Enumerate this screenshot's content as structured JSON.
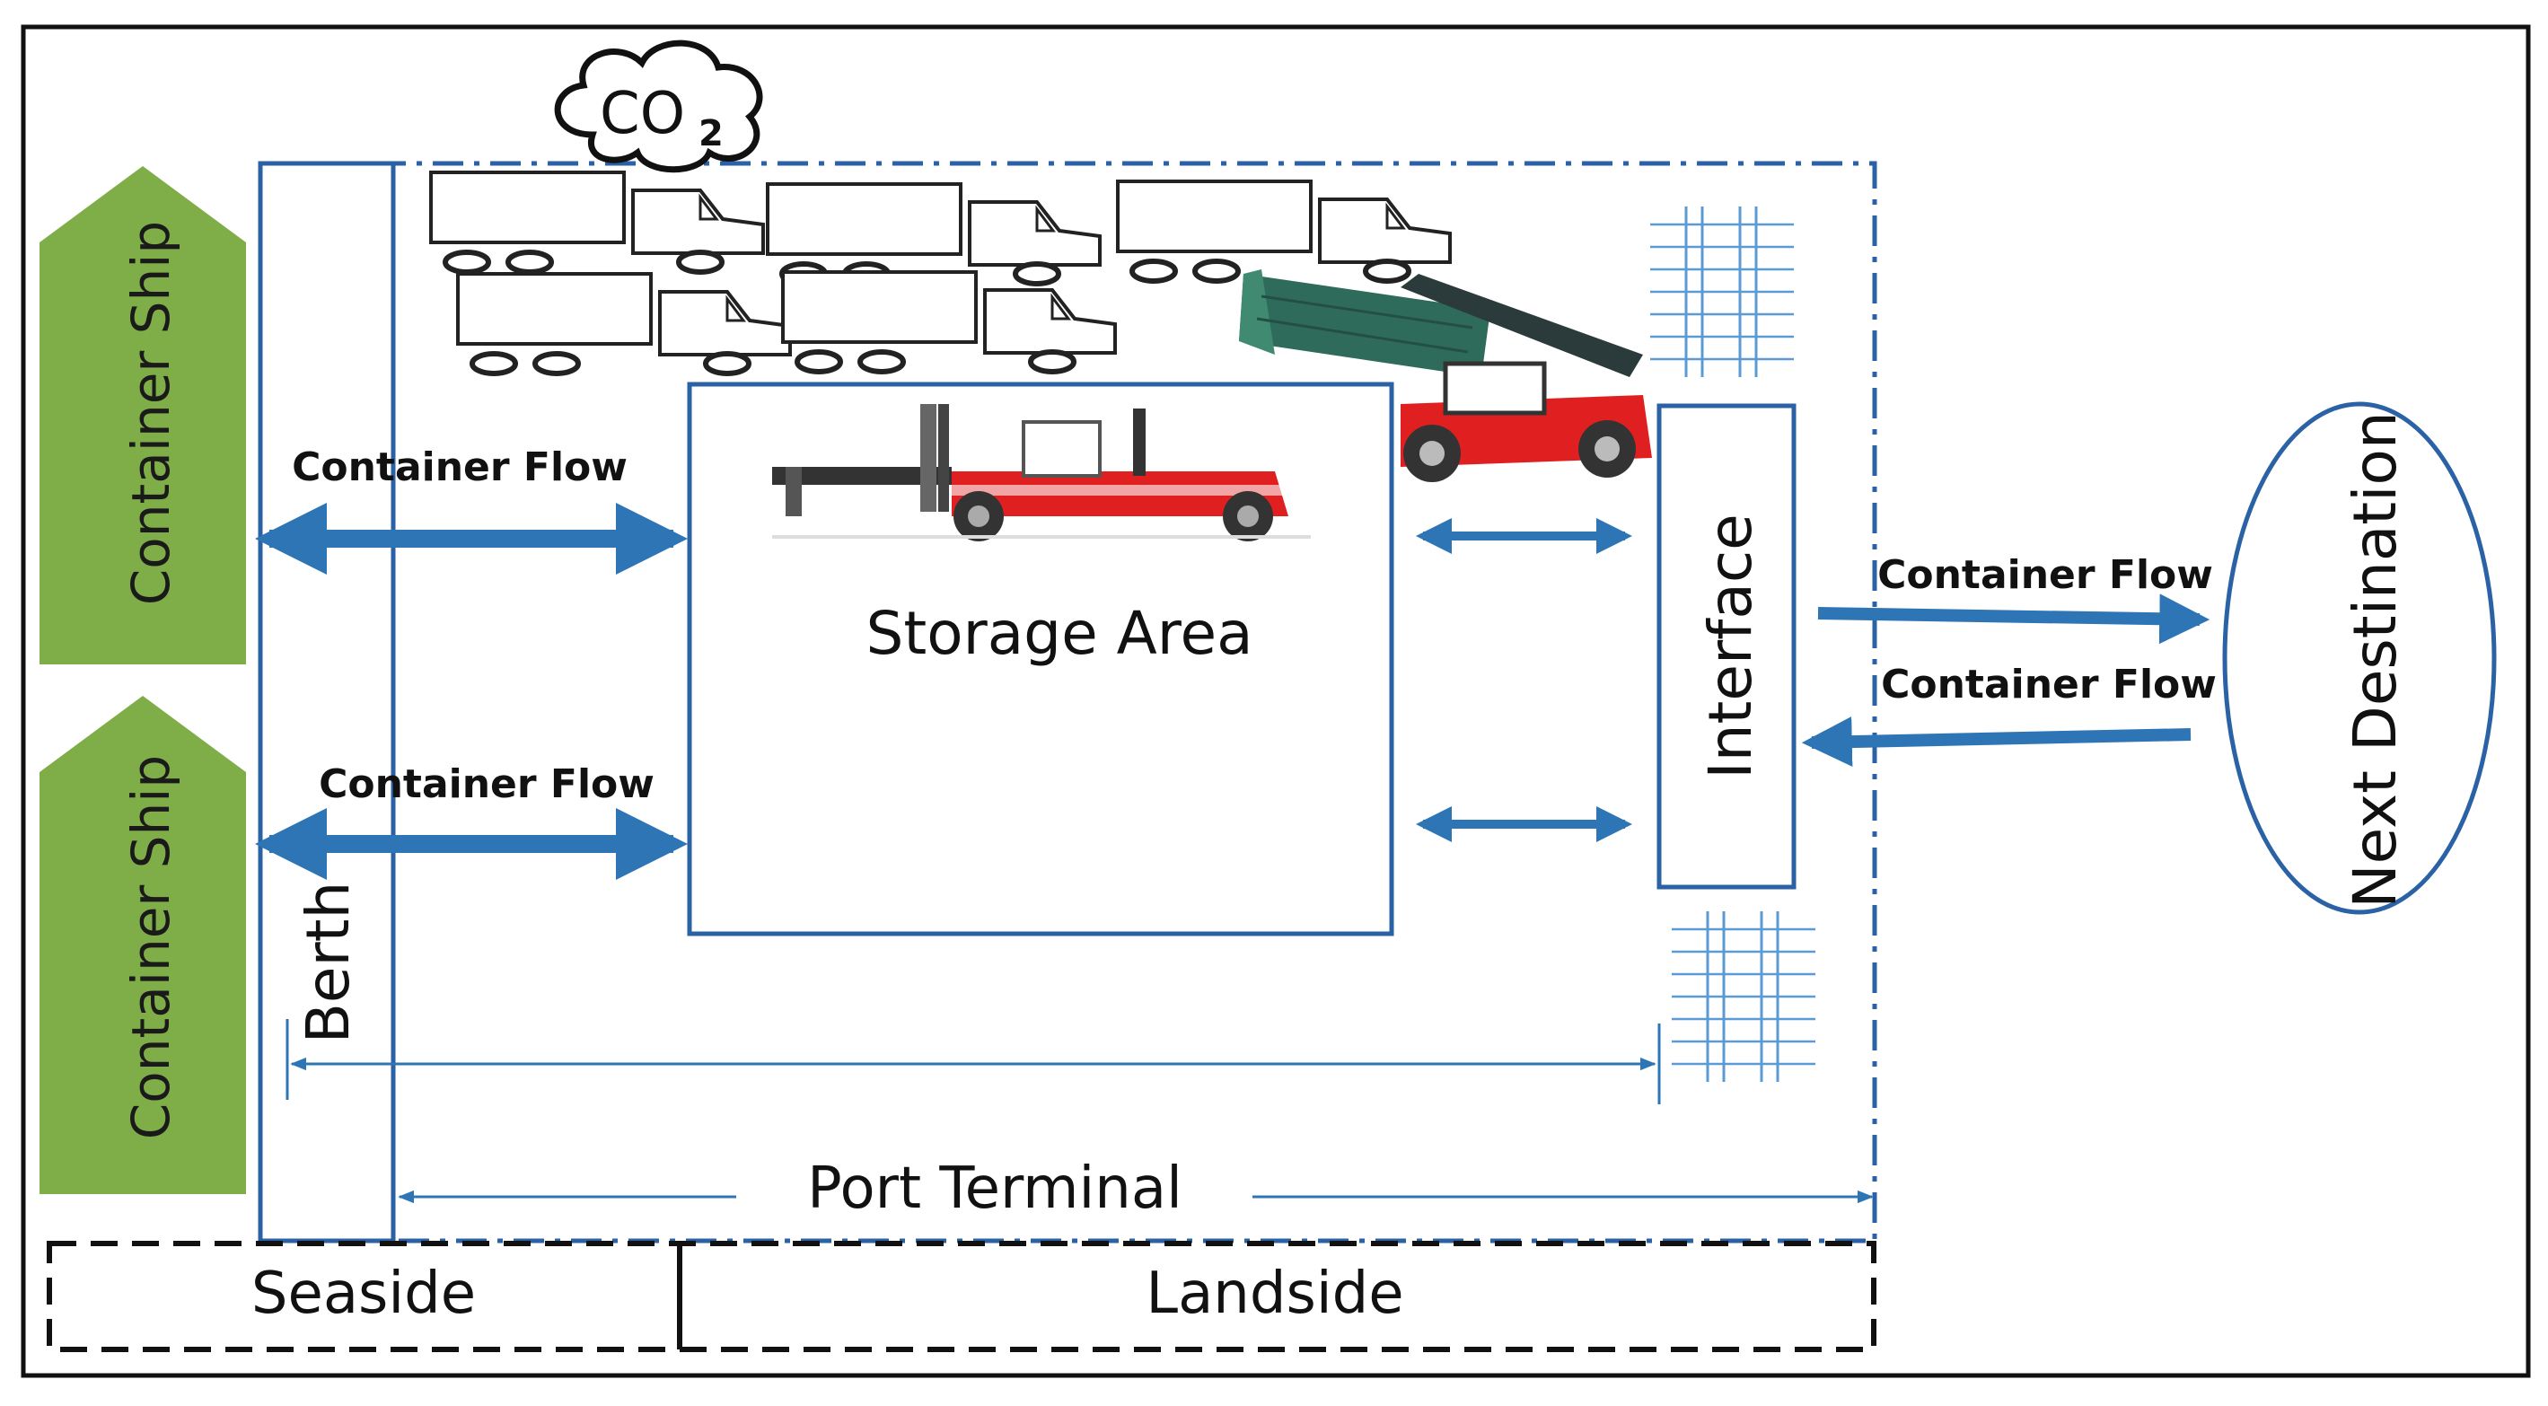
{
  "labels": {
    "ship_top": "Container Ship",
    "ship_bottom": "Container Ship",
    "berth": "Berth",
    "storage": "Storage Area",
    "interface": "Interface",
    "next_destination": "Next Destination",
    "port_terminal": "Port Terminal",
    "seaside": "Seaside",
    "landside": "Landside",
    "co2": "CO",
    "co2_sub": "2",
    "flow_top_left": "Container Flow",
    "flow_bottom_left": "Container Flow",
    "flow_out": "Container Flow",
    "flow_in": "Container Flow"
  },
  "colors": {
    "ship_green": "#7fae48",
    "flow_blue": "#2e75b6",
    "box_blue": "#2a62a5",
    "vehicle_red": "#e02020",
    "container_green": "#2f6b5a",
    "crane_dark": "#2b3a3a"
  },
  "icons": {
    "trucks": "truck-icon",
    "straddle_carrier": "container-handler-icon",
    "reach_stacker": "reach-stacker-icon",
    "rail_tracks": "rail-track-icon",
    "emission_cloud": "co2-cloud-icon"
  }
}
